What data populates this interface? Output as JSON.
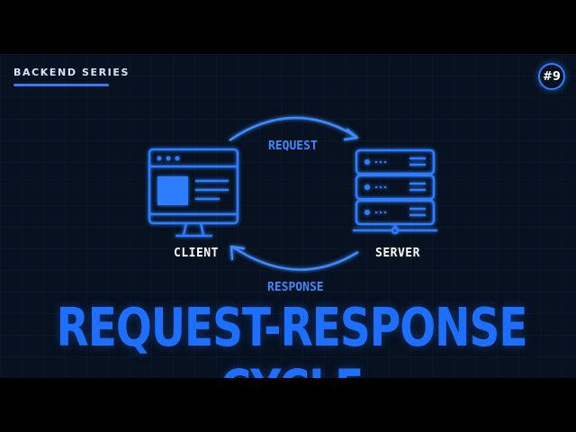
{
  "series": {
    "label": "BACKEND SERIES",
    "episode": "#9"
  },
  "diagram": {
    "nodes": {
      "client": {
        "label": "CLIENT",
        "icon": "monitor-browser-icon"
      },
      "server": {
        "label": "SERVER",
        "icon": "server-rack-icon"
      }
    },
    "edges": {
      "request": {
        "label": "REQUEST",
        "from": "CLIENT",
        "to": "SERVER"
      },
      "response": {
        "label": "RESPONSE",
        "from": "SERVER",
        "to": "CLIENT"
      }
    }
  },
  "headline": "REQUEST-RESPONSE CYCLE",
  "colors": {
    "background": "#07111f",
    "accent": "#2f7dff",
    "headline": "#1f6fff",
    "text": "#ffffff"
  }
}
